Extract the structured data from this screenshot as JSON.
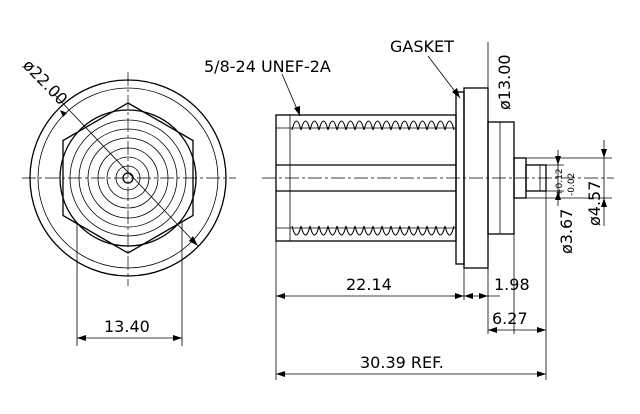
{
  "labels": {
    "front_diameter": "ø22.00",
    "front_width": "13.40",
    "thread_spec": "5/8-24 UNEF-2A",
    "gasket": "GASKET",
    "flange_diameter": "ø13.00",
    "pin_diameter": "ø3.67",
    "pin_tol_upper": "+0.12",
    "pin_tol_lower": "-0.02",
    "insulator_diameter": "ø4.57",
    "thread_length": "22.14",
    "flange_thickness": "1.98",
    "rear_length": "6.27",
    "overall_length": "30.39 REF."
  }
}
